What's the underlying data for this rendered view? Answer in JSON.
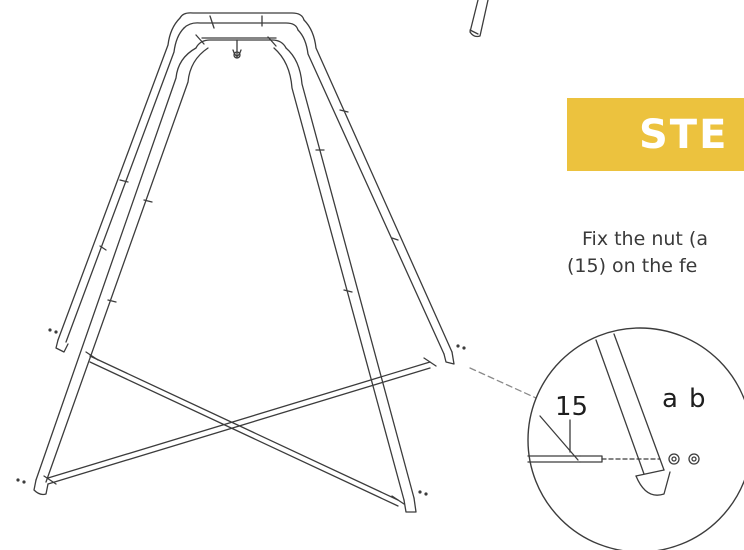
{
  "step": {
    "title": "STE",
    "banner_color": "#ecc23e",
    "text_color": "#ffffff"
  },
  "instructions": [
    "Fix the nut (a",
    "(15) on the fe"
  ],
  "callouts": {
    "part_15": "15",
    "part_a": "a",
    "part_b": "b"
  },
  "colors": {
    "line_art": "#3c3c3c",
    "leader_line": "#8a8a8a",
    "body_text": "#3a3a3a"
  }
}
